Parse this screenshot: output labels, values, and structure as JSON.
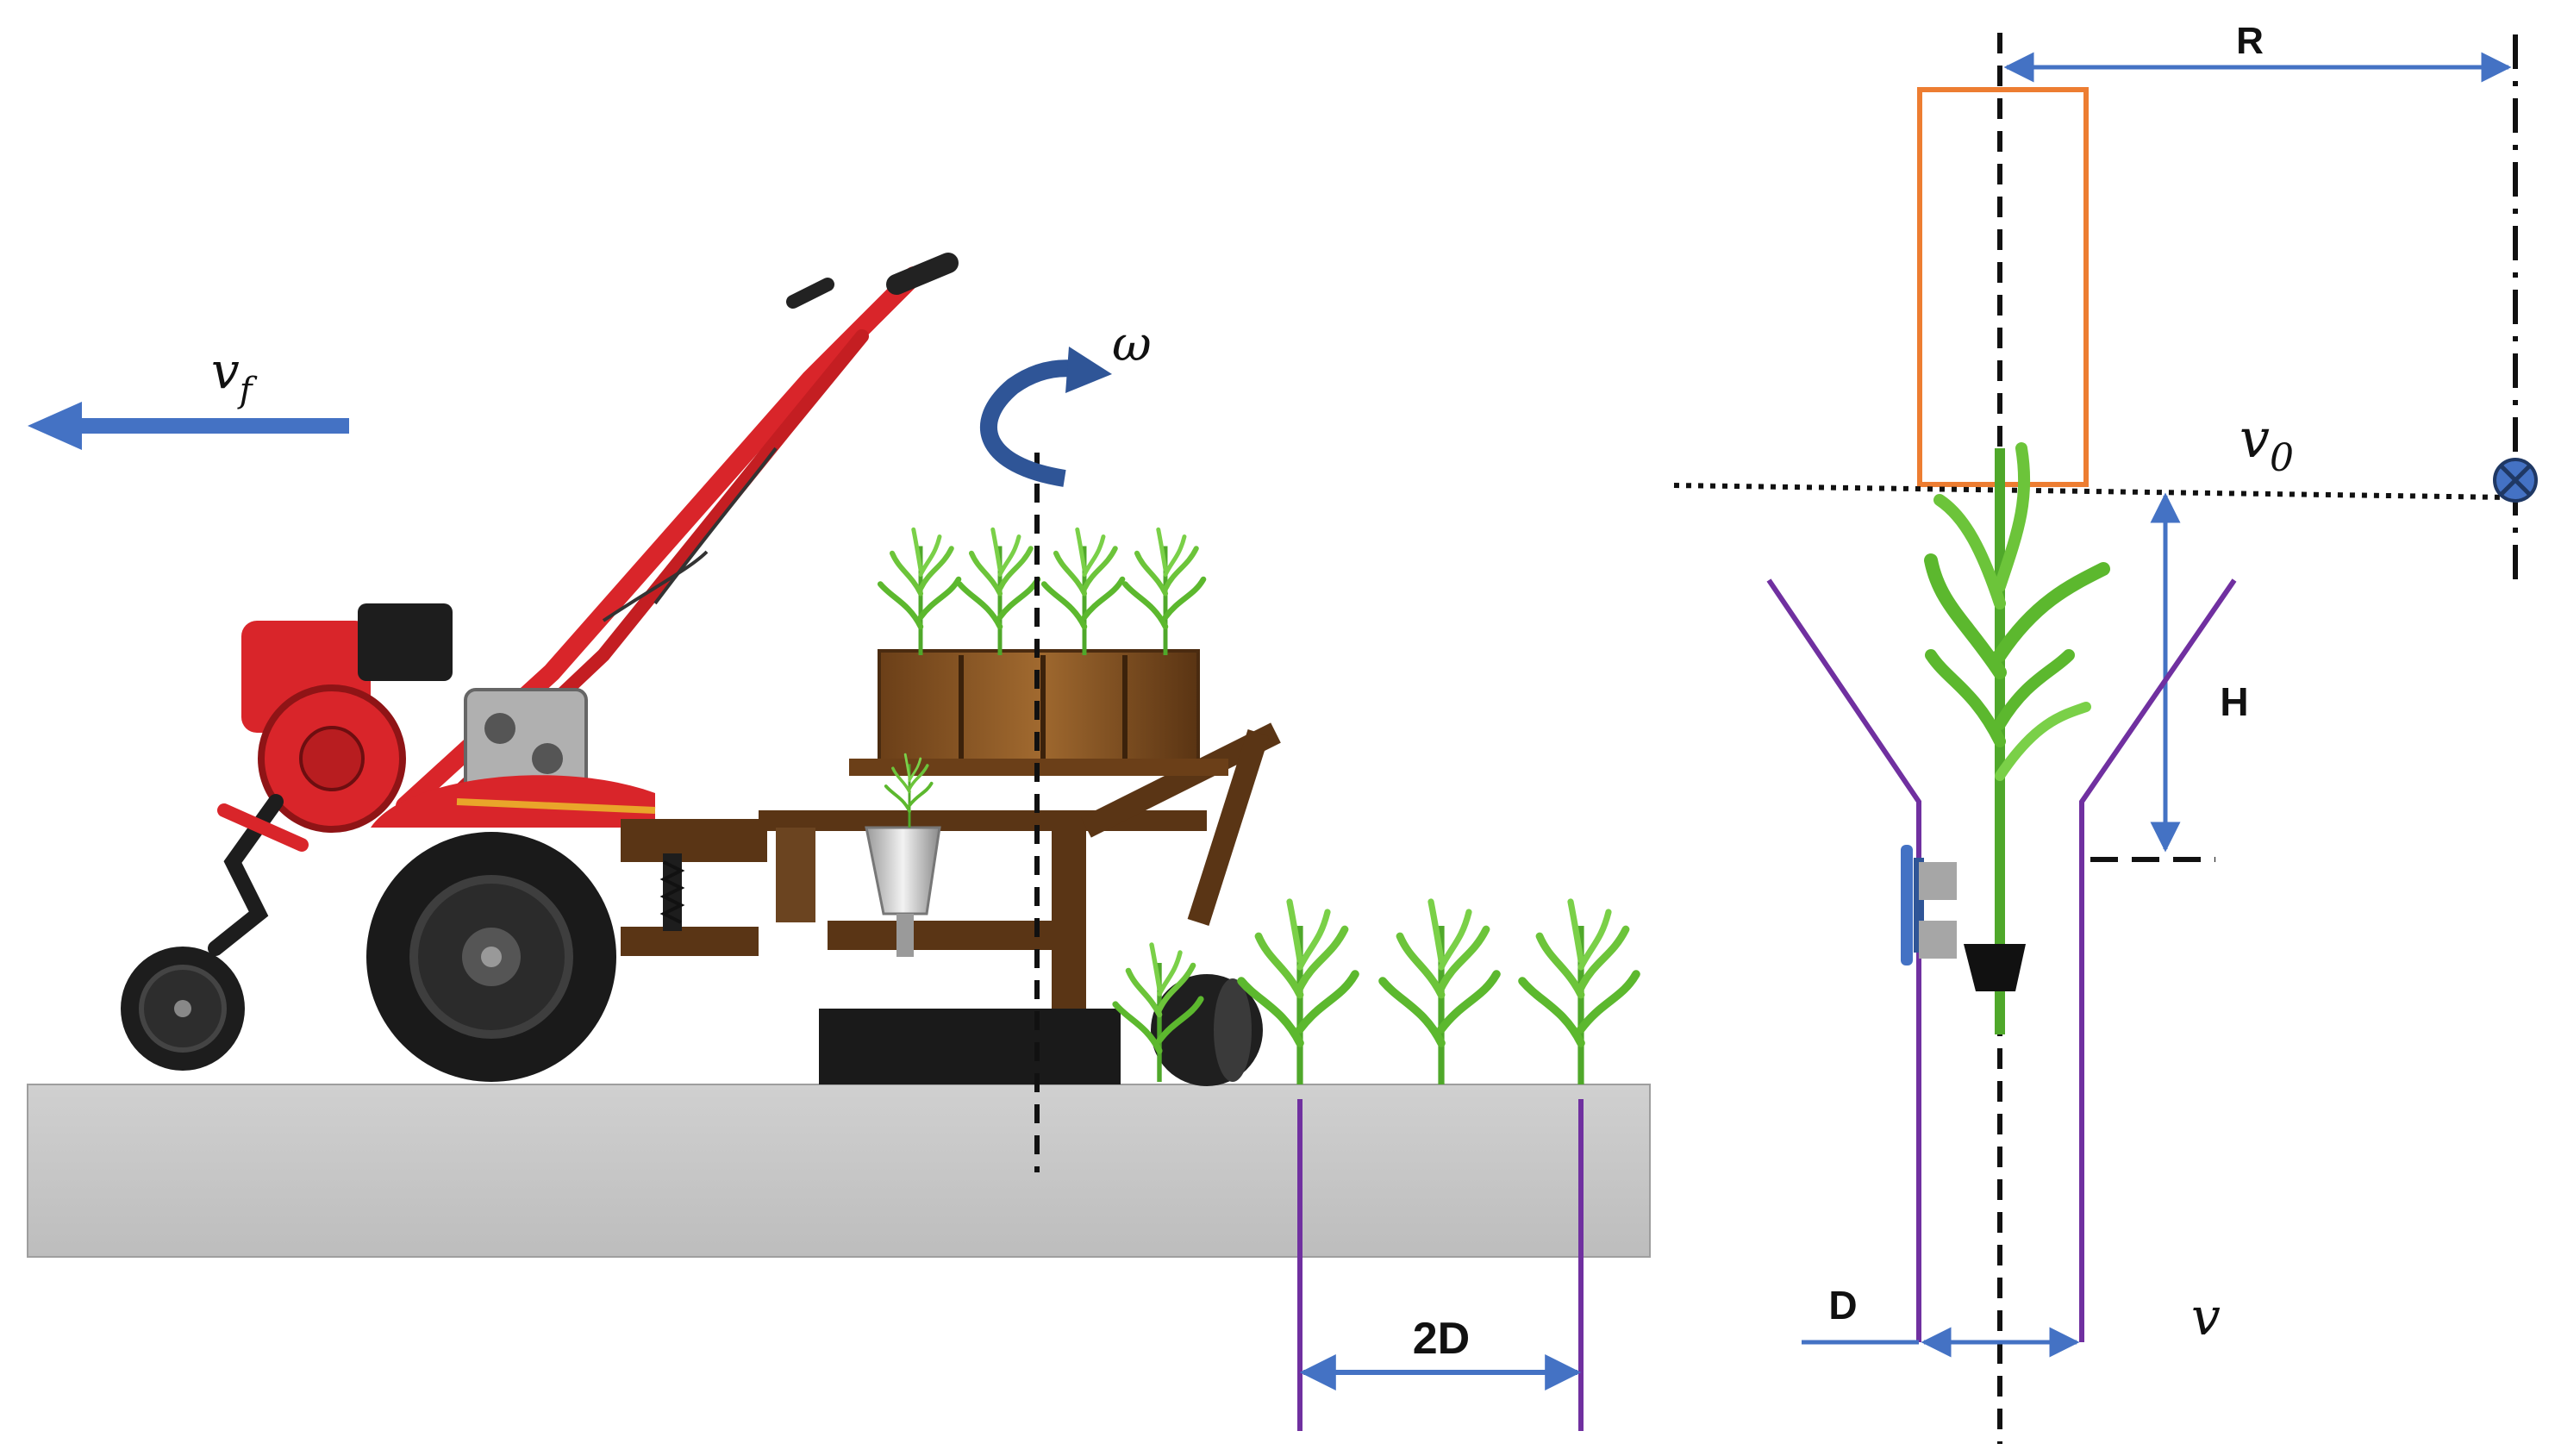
{
  "labels": {
    "vf_main": "v",
    "vf_sub": "f",
    "omega": "ω",
    "v0_main": "v",
    "v0_sub": "0",
    "R": "R",
    "H": "H",
    "D": "D",
    "v": "v",
    "two_D": "2D"
  },
  "colors": {
    "arrow_blue": "#4472c4",
    "purple": "#7030a0",
    "orange": "#ed7d31",
    "ground": "#c8c8c8",
    "tiller_red": "#d9252a",
    "frame_brown": "#5a3515",
    "pot_brown": "#8b5a2b",
    "leaf_green": "#5cb82e"
  },
  "icons": {
    "tiller": "walking-tractor-icon",
    "seedling": "seedling-icon",
    "rotation": "rotation-arrow-icon"
  }
}
